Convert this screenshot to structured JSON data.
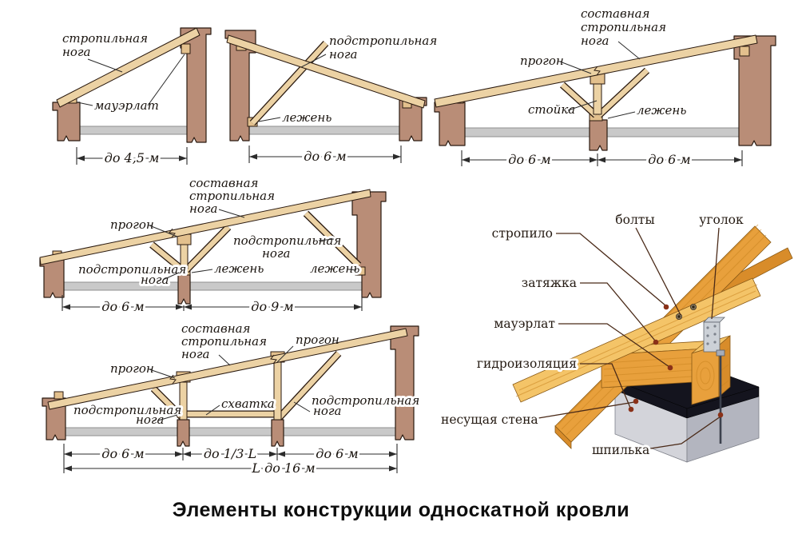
{
  "title": "Элементы конструкции односкатной кровли",
  "colors": {
    "wall": "#b98d77",
    "wood": "#ecd2a4",
    "woodDark": "#e3c08d",
    "slab": "#c9c9c9",
    "outline": "#2a1a10",
    "wood3dTop": "#f4c468",
    "wood3dFront": "#e8a03c",
    "wood3dSide": "#d88c2a",
    "grain": "#c8831f",
    "concreteLight": "#d3d4da",
    "concreteDark": "#b3b5bf",
    "waterproof": "#14141e",
    "metal": "#ccd1d7",
    "leader": "#4a2a18",
    "dot": "#8a3118"
  },
  "d1": {
    "labels": {
      "rafter": [
        "стропильная",
        "нога"
      ],
      "mauerlat": "мауэрлат"
    },
    "dims": {
      "span": "до 4,5 м"
    }
  },
  "d2": {
    "labels": {
      "brace": [
        "подстропильная",
        "нога"
      ],
      "lezhen": "лежень"
    },
    "dims": {
      "span": "до 6 м"
    }
  },
  "d3": {
    "labels": {
      "composite": [
        "составная",
        "стропильная",
        "нога"
      ],
      "progon": "прогон",
      "stoyka": "стойка",
      "lezhen": "лежень"
    },
    "dims": {
      "left": "до 6 м",
      "right": "до 6 м"
    }
  },
  "d4": {
    "labels": {
      "composite": [
        "составная",
        "стропильная",
        "нога"
      ],
      "progon": "прогон",
      "brace_right": [
        "подстропильная",
        "нога"
      ],
      "brace_left": [
        "подстропильная",
        "нога"
      ],
      "lezhen_center": "лежень",
      "lezhen_right": "лежень"
    },
    "dims": {
      "left": "до 6 м",
      "right": "до 9 м"
    }
  },
  "d5": {
    "labels": {
      "composite": [
        "составная",
        "стропильная",
        "нога"
      ],
      "progon_left": "прогон",
      "progon_right": "прогон",
      "skhvatka": "схватка",
      "brace_left": [
        "подстропильная",
        "нога"
      ],
      "brace_right": [
        "подстропильная",
        "нога"
      ]
    },
    "dims": {
      "left": "до 6 м",
      "mid": "до 1/3 L",
      "right": "до 6 м",
      "total": "L до 16 м"
    }
  },
  "d6": {
    "labels": {
      "stropilo": "стропило",
      "bolty": "болты",
      "ugolok": "уголок",
      "zatyazhka": "затяжка",
      "mauerlat": "мауэрлат",
      "gidro": "гидроизоляция",
      "stena": "несущая стена",
      "shpilka": "шпилька"
    }
  }
}
